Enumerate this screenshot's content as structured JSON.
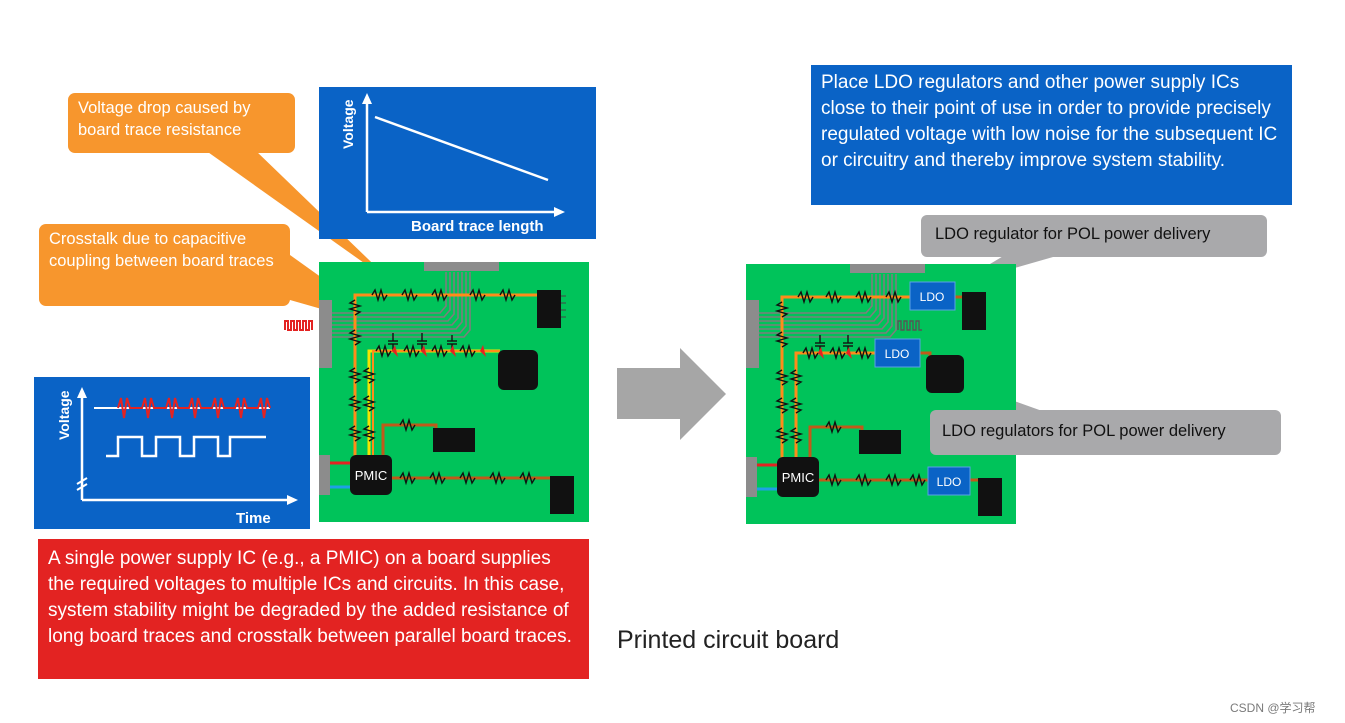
{
  "callouts": {
    "voltage_drop": "Voltage drop caused by board trace resistance",
    "crosstalk": "Crosstalk due to capacitive coupling between board traces",
    "ldo_single": "LDO regulator for POL power delivery",
    "ldo_multi": "LDO regulators for POL power delivery"
  },
  "charts": {
    "voltage_vs_length": {
      "ylabel": "Voltage",
      "xlabel": "Board trace length"
    },
    "voltage_vs_time": {
      "ylabel": "Voltage",
      "xlabel": "Time"
    }
  },
  "board": {
    "pmic_label": "PMIC",
    "ldo_label": "LDO"
  },
  "descriptions": {
    "single_supply": "A single power supply IC (e.g., a PMIC) on a board supplies the required voltages to multiple ICs and circuits. In this case, system stability might be degraded by the added resistance of long board traces and crosstalk between parallel board traces.",
    "ldo_placement": "Place LDO regulators and other power supply ICs close to their point of use in order to provide precisely regulated voltage with low noise for the subsequent IC or circuitry and thereby improve system stability."
  },
  "caption": "Printed circuit board",
  "watermark": "CSDN @学习帮",
  "colors": {
    "board_green": "#00c35a",
    "callout_orange": "#f7962d",
    "info_blue": "#0a63c6",
    "warning_red": "#e32322",
    "callout_gray": "#a9a9ab",
    "trace_orange": "#ff8c1a",
    "trace_yellow": "#f4e400",
    "chip_black": "#111111",
    "arrow_gray": "#a6a6a6"
  }
}
